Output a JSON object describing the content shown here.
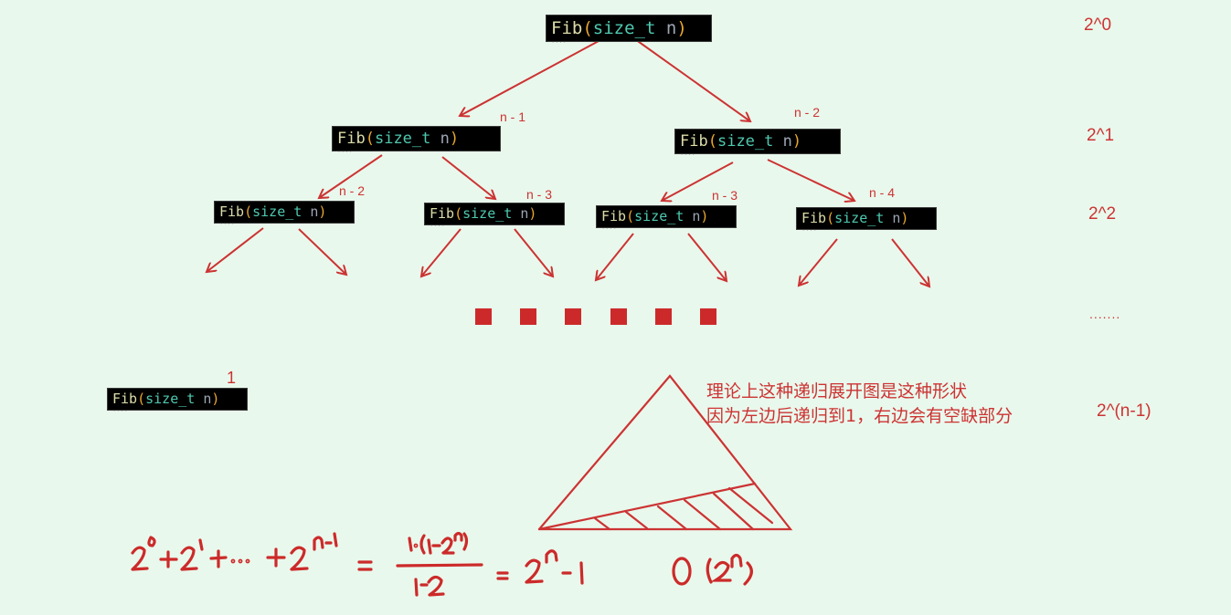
{
  "colors": {
    "background": "#e9f8ec",
    "accent": "#cc3333",
    "code_bg": "#000000",
    "code_fn": "#dcdcaa",
    "code_paren": "#e8a72e",
    "code_type": "#4ec9b0",
    "code_param": "#9da5b4"
  },
  "node": {
    "fn": "Fib",
    "open": "(",
    "type": "size_t",
    "param": " n",
    "close": ")"
  },
  "tree": {
    "root": {
      "label": ""
    },
    "level1": [
      {
        "sub_label": "n - 1"
      },
      {
        "sub_label": "n - 2"
      }
    ],
    "level2": [
      {
        "sub_label": "n - 2"
      },
      {
        "sub_label": "n - 3"
      },
      {
        "sub_label": "n - 3"
      },
      {
        "sub_label": "n - 4"
      }
    ],
    "leaf": {
      "sub_label": "1"
    },
    "ellipsis_squares": 6
  },
  "level_counts": [
    "2^0",
    "2^1",
    "2^2",
    ".......",
    "2^(n-1)"
  ],
  "note": {
    "line1": "理论上这种递归展开图是这种形状",
    "line2": "因为左边后递归到1，右边会有空缺部分"
  },
  "formula": {
    "sum": "2^0 + 2^1 + ... + 2^(n-1) = 1·(1-2^n)/(1-2) = 2^n - 1",
    "complexity": "O(2^n)"
  }
}
